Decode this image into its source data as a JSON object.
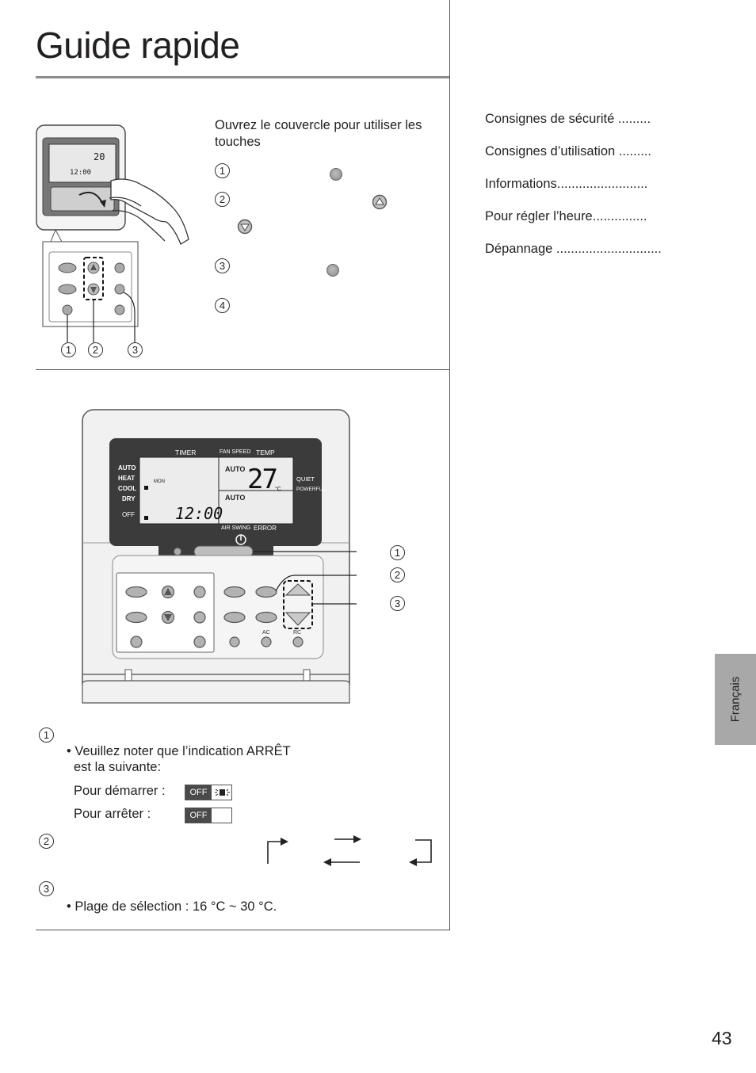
{
  "page": {
    "title": "Guide rapide",
    "page_number": "43",
    "language_tab": "Français"
  },
  "step1": {
    "instruction": "Ouvrez le couvercle pour utiliser les touches",
    "steps": [
      "1",
      "2",
      "3",
      "4"
    ],
    "callouts": [
      "1",
      "2",
      "3"
    ]
  },
  "panel_display": {
    "timer": "TIMER",
    "fan_speed": "FAN SPEED",
    "temp": "TEMP",
    "modes": [
      "AUTO",
      "HEAT",
      "COOL",
      "DRY",
      "OFF"
    ],
    "day": "MON",
    "fan_auto": "AUTO",
    "swing_auto": "AUTO",
    "temperature": "27",
    "unit": "°C",
    "clock": "12:00",
    "quiet": "QUIET",
    "powerful": "POWERFUL",
    "air_swing": "AIR SWING",
    "error": "ERROR",
    "ac_label": "AC",
    "rc_label": "RC",
    "callouts": [
      "1",
      "2",
      "3"
    ]
  },
  "notes": {
    "n1": "1",
    "off_note_line1": "• Veuillez noter que l’indication ARRÊT",
    "off_note_line2": "est la suivante:",
    "start_label": "Pour démarrer :",
    "stop_label": "Pour arrêter :",
    "off_text": "OFF",
    "n2": "2",
    "n3": "3",
    "range": "• Plage de sélection : 16 °C ~ 30 °C."
  },
  "toc": [
    "Consignes de sécurité .........",
    "Consignes d’utilisation .........",
    "Informations.........................",
    "Pour régler l’heure...............",
    "Dépannage  ............................."
  ]
}
